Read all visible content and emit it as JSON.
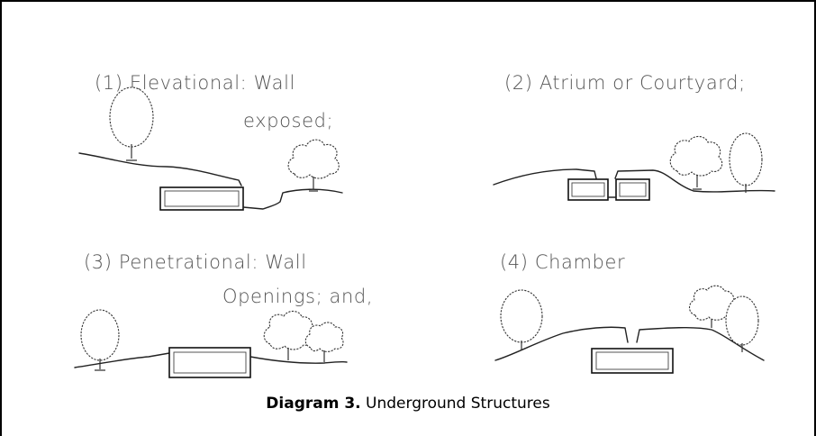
{
  "panels": [
    {
      "label_line1": "(1) Elevational: Wall",
      "label_line2": "exposed;"
    },
    {
      "label_line1": "(2) Atrium or Courtyard;"
    },
    {
      "label_line1": "(3) Penetrational: Wall",
      "label_line2": "Openings; and,"
    },
    {
      "label_line1": "(4) Chamber"
    }
  ],
  "caption": {
    "bold": "Diagram 3.",
    "text": " Underground Structures"
  }
}
